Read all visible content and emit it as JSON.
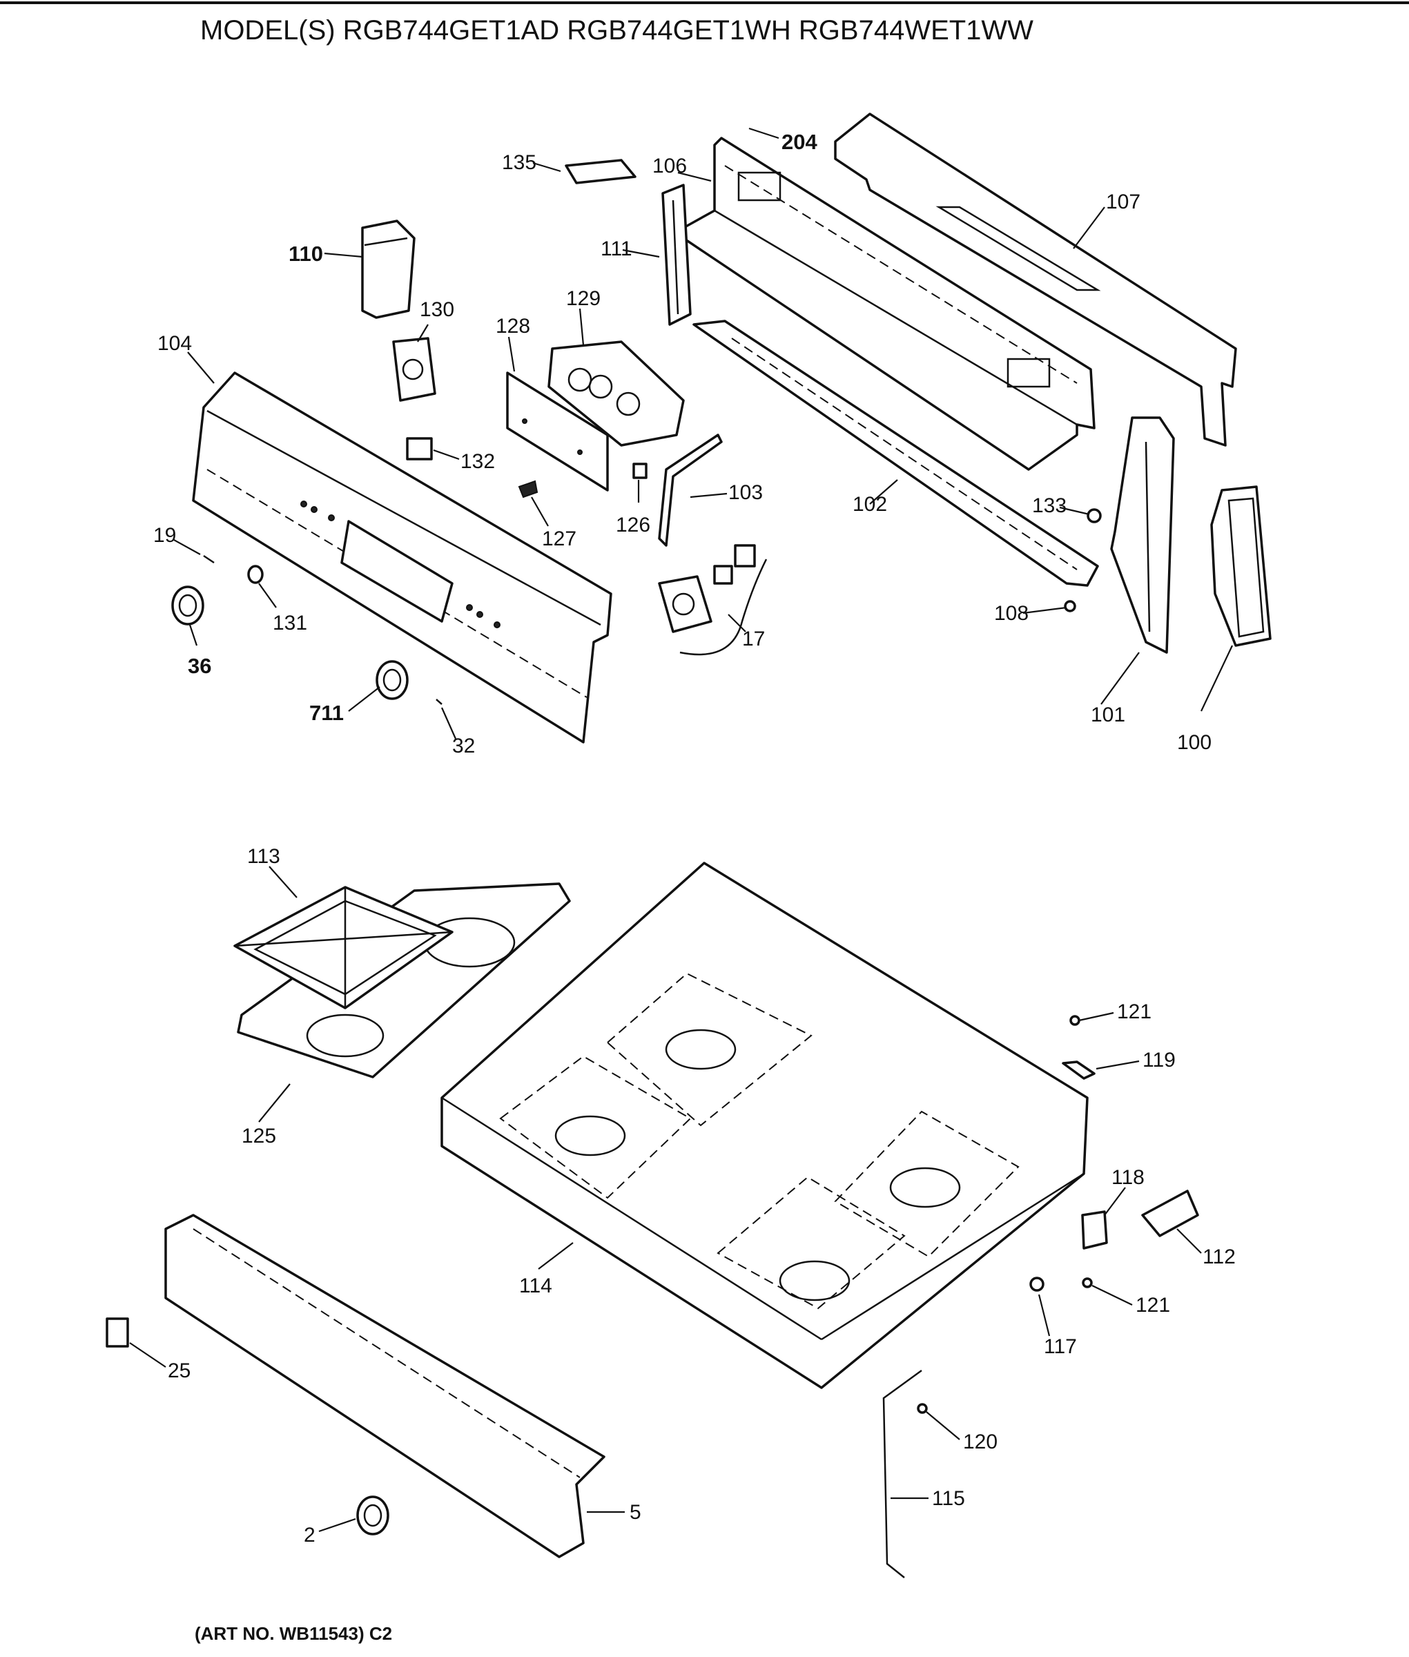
{
  "title": "MODEL(S) RGB744GET1AD RGB744GET1WH RGB744WET1WW",
  "art_no": "(ART NO. WB11543) C2",
  "callouts": {
    "c204": "204",
    "c135": "135",
    "c106": "106",
    "c107": "107",
    "c110": "110",
    "c111": "111",
    "c130": "130",
    "c129": "129",
    "c128": "128",
    "c104": "104",
    "c132": "132",
    "c103": "103",
    "c102": "102",
    "c126": "126",
    "c127": "127",
    "c133": "133",
    "c19": "19",
    "c131": "131",
    "c36": "36",
    "c17": "17",
    "c108": "108",
    "c711": "711",
    "c32": "32",
    "c101": "101",
    "c100": "100",
    "c113": "113",
    "c121a": "121",
    "c119": "119",
    "c125": "125",
    "c118": "118",
    "c112": "112",
    "c114": "114",
    "c121b": "121",
    "c117": "117",
    "c25": "25",
    "c120": "120",
    "c115": "115",
    "c5": "5",
    "c2": "2"
  }
}
